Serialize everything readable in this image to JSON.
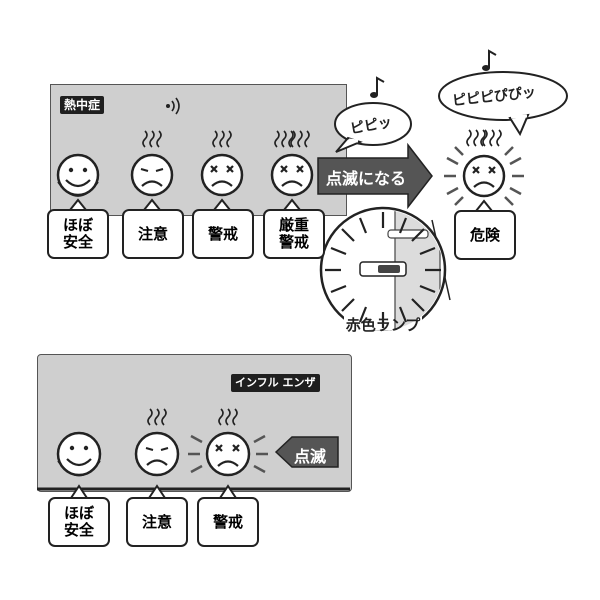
{
  "top_panel": {
    "mode_tag": "熱中症",
    "levels": [
      {
        "label": "ほぼ\n安全"
      },
      {
        "label": "注意"
      },
      {
        "label": "警戒"
      },
      {
        "label": "厳重\n警戒"
      }
    ],
    "danger_level": {
      "label": "危険"
    },
    "arrow_text": "点滅になる",
    "bubble_short": "ピピッ",
    "bubble_long": "ピピピぴぴッ",
    "lamp_caption": "赤色ランプ"
  },
  "bottom_panel": {
    "mode_tag": "インフル エンザ",
    "levels": [
      {
        "label": "ほぼ\n安全"
      },
      {
        "label": "注意"
      },
      {
        "label": "警戒"
      }
    ],
    "blink_text": "点滅"
  }
}
